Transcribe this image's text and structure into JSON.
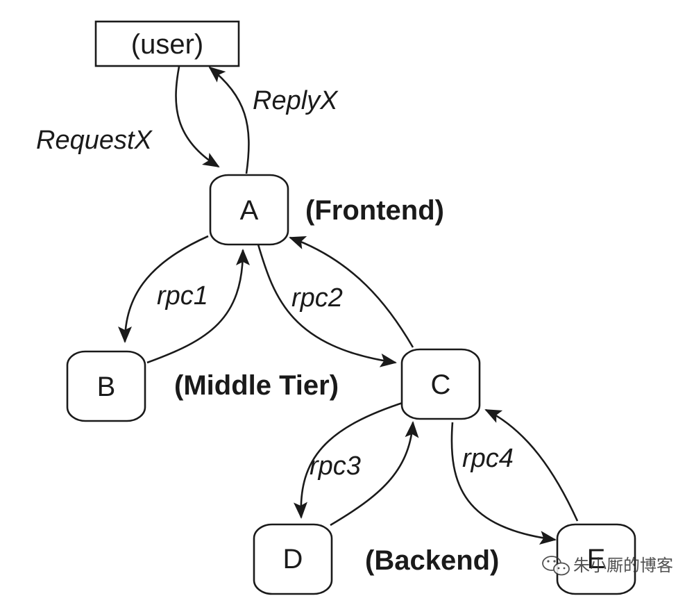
{
  "user": {
    "label": "(user)"
  },
  "nodes": {
    "A": "A",
    "B": "B",
    "C": "C",
    "D": "D",
    "E": "E"
  },
  "tiers": {
    "frontend": "(Frontend)",
    "middle": "(Middle Tier)",
    "backend": "(Backend)"
  },
  "edges": {
    "request": "RequestX",
    "reply": "ReplyX",
    "rpc1": "rpc1",
    "rpc2": "rpc2",
    "rpc3": "rpc3",
    "rpc4": "rpc4"
  },
  "watermark": {
    "text": "朱小厮的博客"
  }
}
